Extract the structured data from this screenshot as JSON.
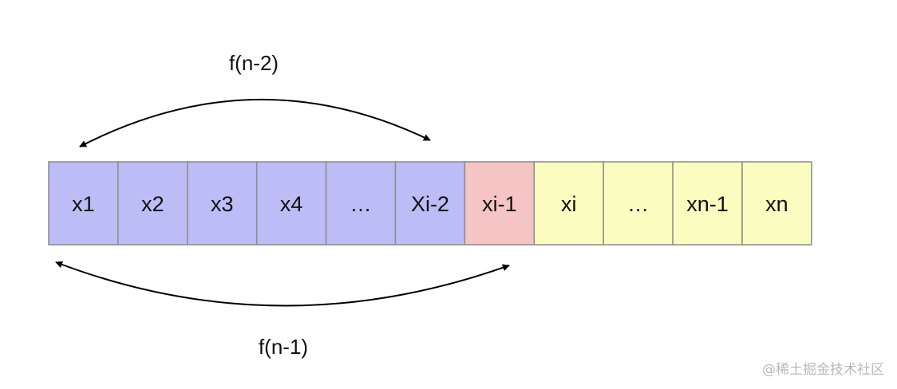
{
  "cells": [
    {
      "label": "x1",
      "group": "prev"
    },
    {
      "label": "x2",
      "group": "prev"
    },
    {
      "label": "x3",
      "group": "prev"
    },
    {
      "label": "x4",
      "group": "prev"
    },
    {
      "label": "…",
      "group": "prev"
    },
    {
      "label": "Xi-2",
      "group": "prev"
    },
    {
      "label": "xi-1",
      "group": "last"
    },
    {
      "label": "xi",
      "group": "rest"
    },
    {
      "label": "…",
      "group": "rest"
    },
    {
      "label": "xn-1",
      "group": "rest"
    },
    {
      "label": "xn",
      "group": "rest"
    }
  ],
  "colors": {
    "prev": "#bcbcf7",
    "last": "#f5c4c4",
    "rest": "#fafcc0",
    "border": "#8c8c8c",
    "arrow": "#000000"
  },
  "top_arc": {
    "label": "f(n-2)"
  },
  "bottom_arc": {
    "label": "f(n-1)"
  },
  "watermark": "@稀土掘金技术社区"
}
